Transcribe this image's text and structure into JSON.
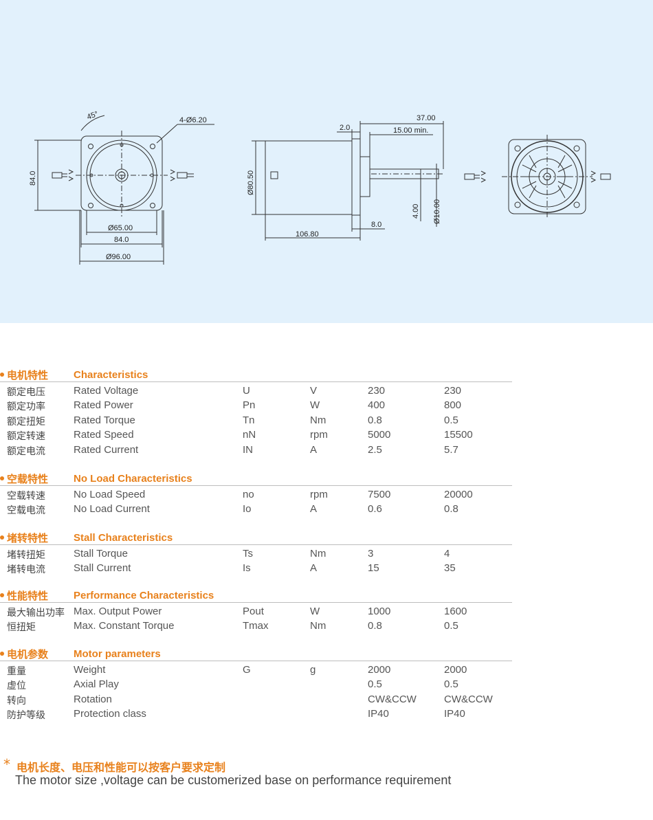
{
  "drawing": {
    "dims": {
      "d_angle": "45°",
      "d_holes": "4-Ø6.20",
      "d_height": "84.0",
      "d_pilot": "Ø65.00",
      "d_width": "84.0",
      "d_circle": "Ø96.00",
      "d_flange_len": "37.00",
      "d_step": "2.0",
      "d_shaft_min": "15.00 min.",
      "d_body": "Ø80.50",
      "d_body_len": "106.80",
      "d_flange": "8.0",
      "d_key": "4.00",
      "d_shaft": "Ø10.00"
    }
  },
  "sections": [
    {
      "cn": "电机特性",
      "en": "Characteristics",
      "rows": [
        {
          "cn": "额定电压",
          "en": "Rated Voltage",
          "sym": "U",
          "unit": "V",
          "v1": "230",
          "v2": "230"
        },
        {
          "cn": "额定功率",
          "en": "Rated Power",
          "sym": "Pn",
          "unit": "W",
          "v1": "400",
          "v2": "800"
        },
        {
          "cn": "额定扭矩",
          "en": "Rated Torque",
          "sym": "Tn",
          "unit": "Nm",
          "v1": "0.8",
          "v2": "0.5"
        },
        {
          "cn": "额定转速",
          "en": "Rated Speed",
          "sym": "nN",
          "unit": "rpm",
          "v1": "5000",
          "v2": "15500"
        },
        {
          "cn": "额定电流",
          "en": "Rated Current",
          "sym": "IN",
          "unit": "A",
          "v1": "2.5",
          "v2": "5.7"
        }
      ]
    },
    {
      "cn": "空载特性",
      "en": "No Load Characteristics",
      "rows": [
        {
          "cn": "空载转速",
          "en": "No Load Speed",
          "sym": "no",
          "unit": "rpm",
          "v1": "7500",
          "v2": "20000"
        },
        {
          "cn": "空载电流",
          "en": "No Load Current",
          "sym": "Io",
          "unit": "A",
          "v1": "0.6",
          "v2": "0.8"
        }
      ]
    },
    {
      "cn": "堵转特性",
      "en": "Stall Characteristics",
      "rows": [
        {
          "cn": "堵转扭矩",
          "en": "Stall Torque",
          "sym": "Ts",
          "unit": "Nm",
          "v1": "3",
          "v2": "4"
        },
        {
          "cn": "堵转电流",
          "en": "Stall Current",
          "sym": "Is",
          "unit": "A",
          "v1": "15",
          "v2": "35"
        }
      ]
    },
    {
      "cn": "性能特性",
      "en": "Performance Characteristics",
      "rows": [
        {
          "cn": "最大输出功率",
          "en": "Max. Output Power",
          "sym": "Pout",
          "unit": "W",
          "v1": "1000",
          "v2": "1600"
        },
        {
          "cn": "恒扭矩",
          "en": "Max. Constant Torque",
          "sym": "Tmax",
          "unit": "Nm",
          "v1": "0.8",
          "v2": "0.5"
        }
      ]
    },
    {
      "cn": "电机参数",
      "en": "Motor parameters",
      "rows": [
        {
          "cn": "重量",
          "en": "Weight",
          "sym": "G",
          "unit": "g",
          "v1": "2000",
          "v2": "2000"
        },
        {
          "cn": "虚位",
          "en": "Axial Play",
          "sym": "",
          "unit": "",
          "v1": "0.5",
          "v2": "0.5"
        },
        {
          "cn": "转向",
          "en": "Rotation",
          "sym": "",
          "unit": "",
          "v1": "CW&CCW",
          "v2": "CW&CCW"
        },
        {
          "cn": "防护等级",
          "en": "Protection class",
          "sym": "",
          "unit": "",
          "v1": "IP40",
          "v2": "IP40"
        }
      ]
    }
  ],
  "note": {
    "star": "*",
    "cn": "电机长度、电压和性能可以按客户要求定制",
    "en": "The motor size ,voltage can be customerized base on performance requirement"
  }
}
